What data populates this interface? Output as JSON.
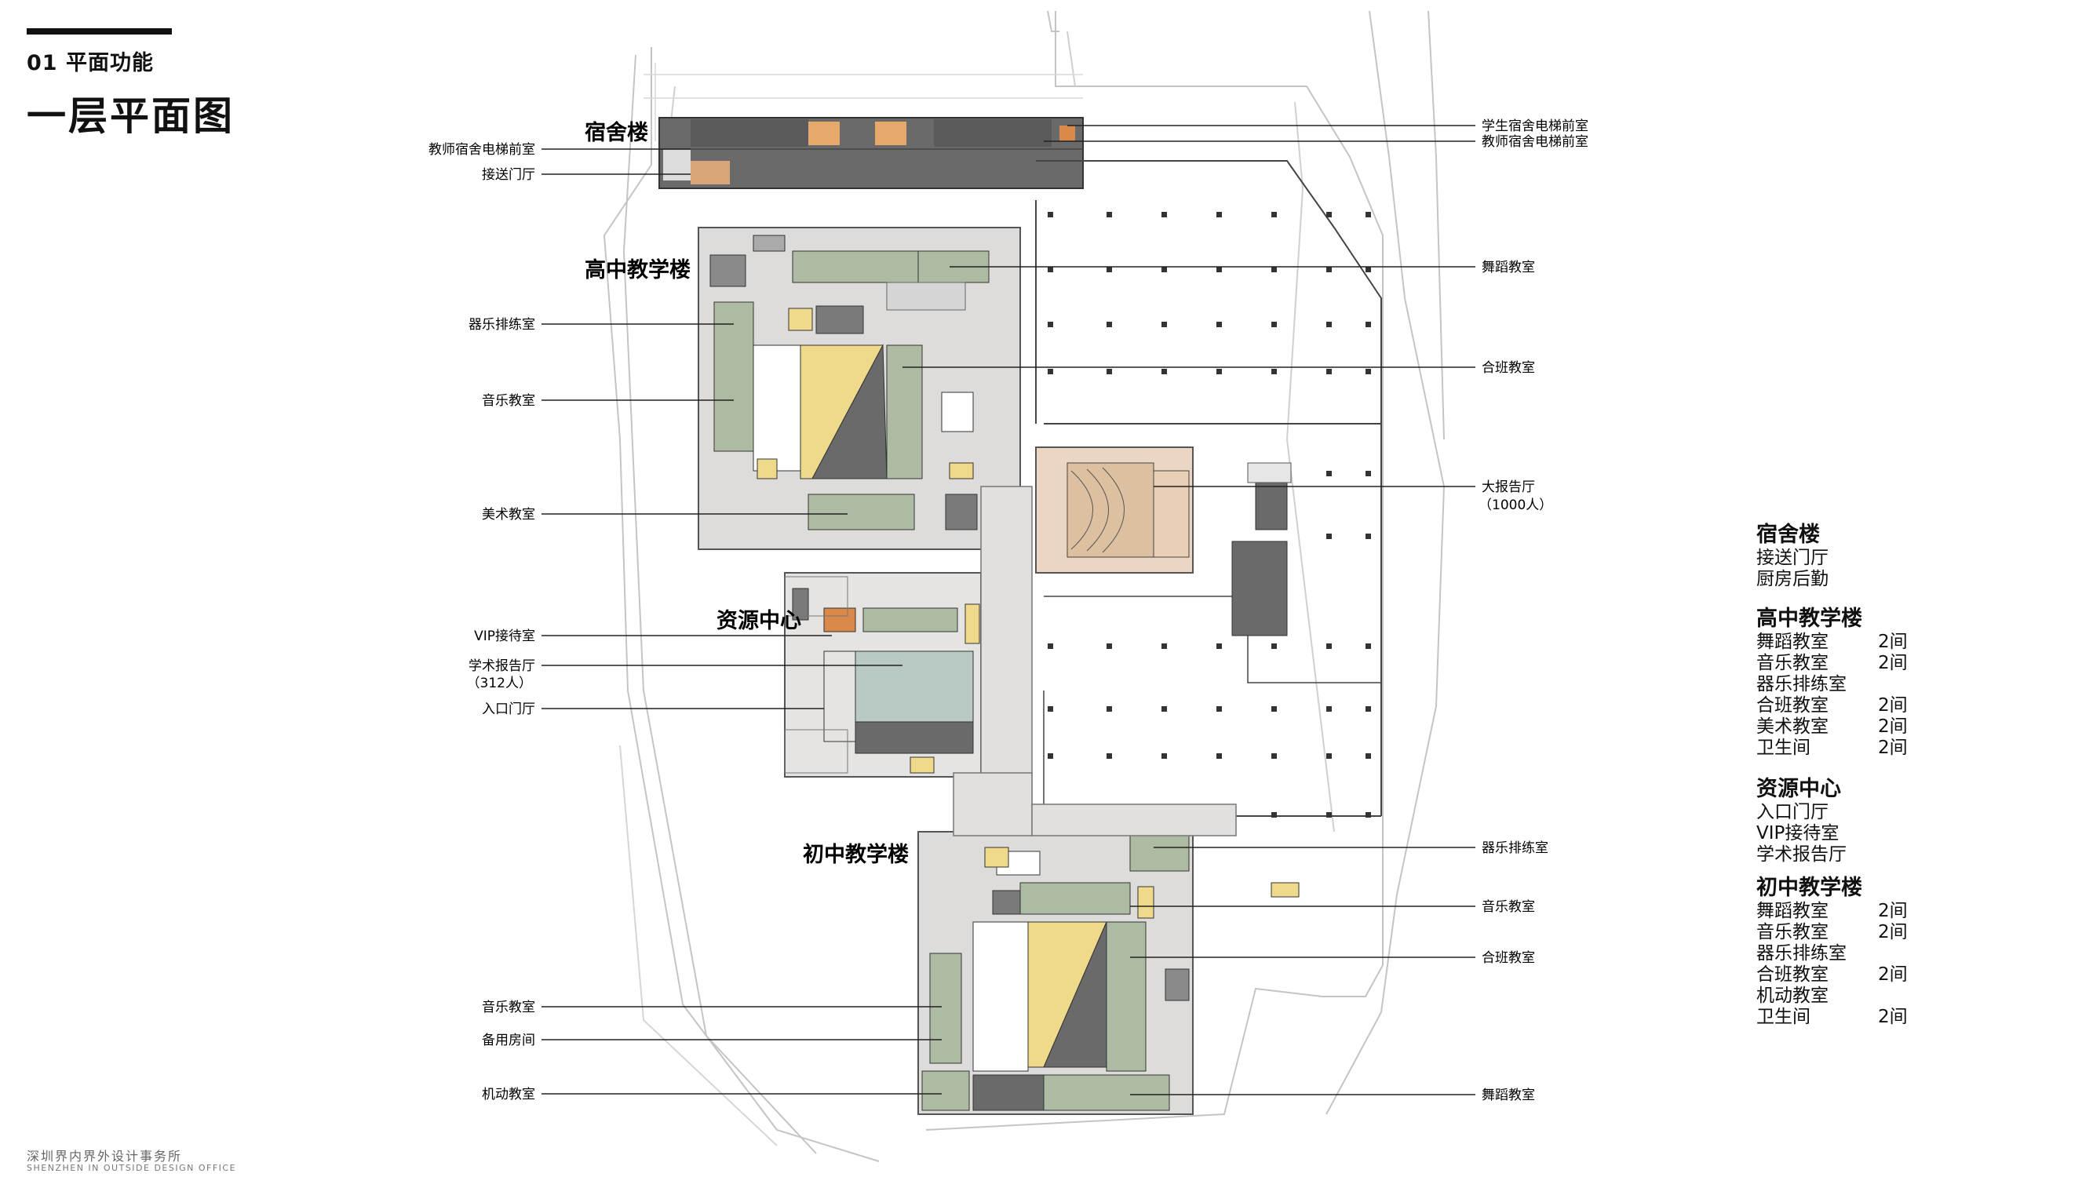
{
  "header": {
    "section": "01  平面功能",
    "title": "一层平面图"
  },
  "footer": {
    "office_cn": "深圳界内界外设计事务所",
    "office_en": "SHENZHEN IN OUTSIDE DESIGN OFFICE"
  },
  "buildings": {
    "dorm": "宿舍楼",
    "senior": "高中教学楼",
    "resource": "资源中心",
    "junior": "初中教学楼"
  },
  "callouts_left": [
    "教师宿舍电梯前室",
    "接送门厅",
    "器乐排练室",
    "音乐教室",
    "美术教室",
    "VIP接待室",
    "学术报告厅",
    "（312人）",
    "入口门厅",
    "音乐教室",
    "备用房间",
    "机动教室"
  ],
  "callouts_right": [
    "学生宿舍电梯前室",
    "教师宿舍电梯前室",
    "舞蹈教室",
    "合班教室",
    "大报告厅",
    "（1000人）",
    "器乐排练室",
    "音乐教室",
    "合班教室",
    "舞蹈教室"
  ],
  "legend": [
    {
      "heading": "宿舍楼",
      "items": [
        {
          "name": "接送门厅",
          "count": ""
        },
        {
          "name": "厨房后勤",
          "count": ""
        }
      ]
    },
    {
      "heading": "高中教学楼",
      "items": [
        {
          "name": "舞蹈教室",
          "count": "2间"
        },
        {
          "name": "音乐教室",
          "count": "2间"
        },
        {
          "name": "器乐排练室",
          "count": ""
        },
        {
          "name": "合班教室",
          "count": "2间"
        },
        {
          "name": "美术教室",
          "count": "2间"
        },
        {
          "name": "卫生间",
          "count": "2间"
        }
      ]
    },
    {
      "heading": "资源中心",
      "items": [
        {
          "name": "入口门厅",
          "count": ""
        },
        {
          "name": "VIP接待室",
          "count": ""
        },
        {
          "name": "学术报告厅",
          "count": ""
        }
      ]
    },
    {
      "heading": "初中教学楼",
      "items": [
        {
          "name": "舞蹈教室",
          "count": "2间"
        },
        {
          "name": "音乐教室",
          "count": "2间"
        },
        {
          "name": "器乐排练室",
          "count": ""
        },
        {
          "name": "合班教室",
          "count": "2间"
        },
        {
          "name": "机动教室",
          "count": ""
        },
        {
          "name": "卫生间",
          "count": "2间"
        }
      ]
    }
  ],
  "colors": {
    "dark_room": "#5f5f5f",
    "green_room": "#aebba3",
    "yellow_room": "#efd98a",
    "auditorium": "#dcc0a0",
    "corridor": "#dedcda",
    "site_line": "#bdbdbd",
    "grid_column": "#333333"
  }
}
